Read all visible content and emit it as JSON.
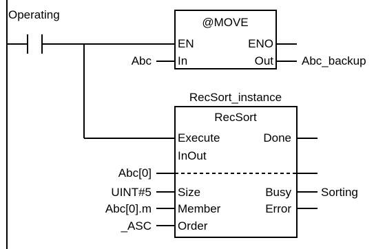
{
  "contact": {
    "label": "Operating"
  },
  "move_block": {
    "title": "@MOVE",
    "pins_left": [
      "EN",
      "In"
    ],
    "pins_right": [
      "ENO",
      "Out"
    ],
    "input_args": [
      "Abc"
    ],
    "output_args": [
      "Abc_backup"
    ]
  },
  "sort_block": {
    "instance_name": "RecSort_instance",
    "title": "RecSort",
    "pin_execute": "Execute",
    "pin_done": "Done",
    "section_inout": "InOut",
    "pin_size": "Size",
    "pin_busy": "Busy",
    "pin_member": "Member",
    "pin_error": "Error",
    "pin_order": "Order",
    "arg_inout": "Abc[0]",
    "arg_size": "UINT#5",
    "arg_member": "Abc[0].m",
    "arg_order": "_ASC",
    "out_busy": "Sorting"
  }
}
